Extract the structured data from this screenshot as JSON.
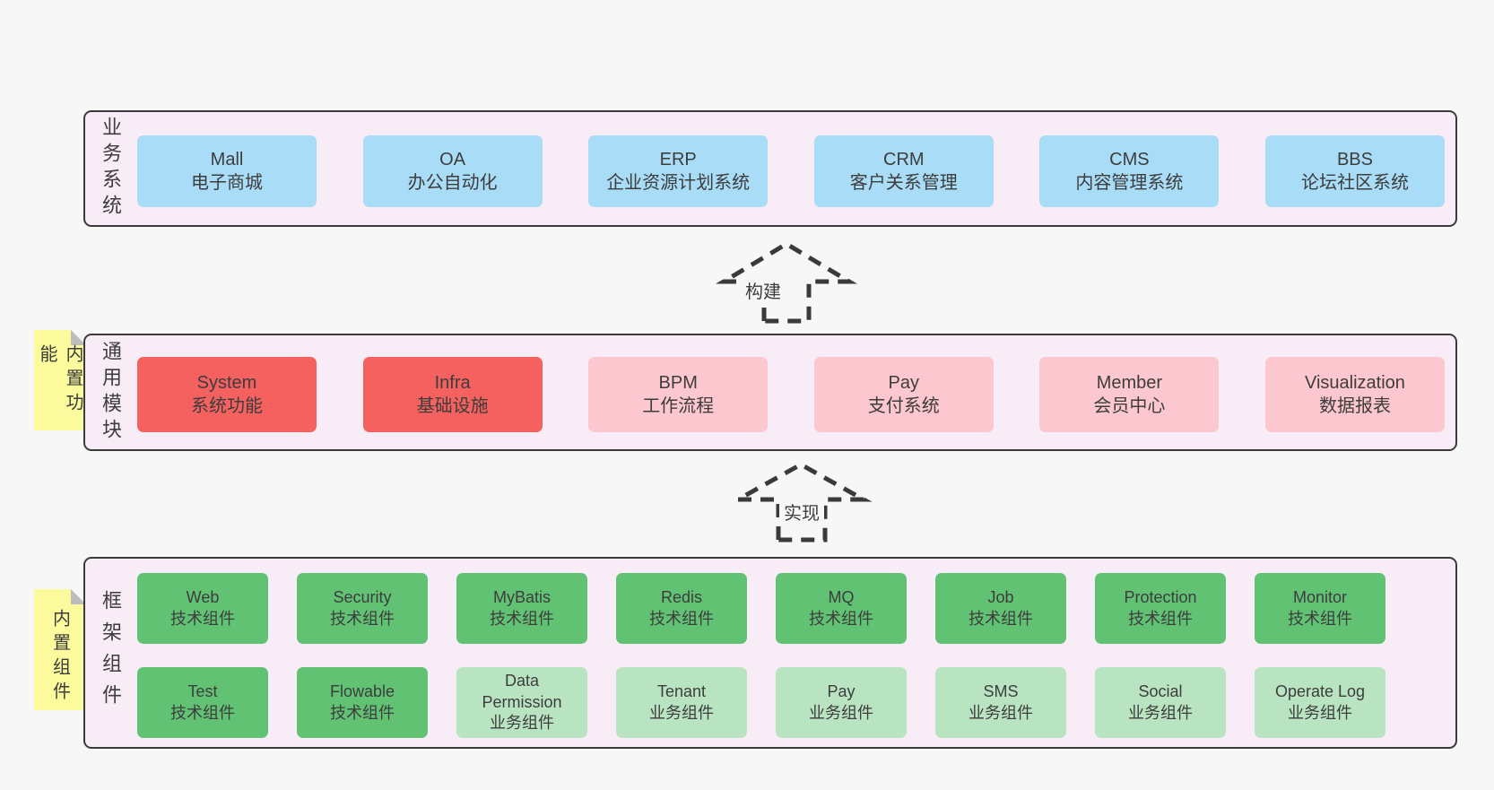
{
  "colors": {
    "page_background": "#f7f7f7",
    "panel_background": "#f8edf6",
    "panel_border": "#3b3b3b",
    "box_blue": "#a9dcf6",
    "box_red": "#f4615f",
    "box_pink": "#fcc7cf",
    "box_green": "#61c274",
    "box_green_light": "#b9e4c1",
    "note_yellow": "#fbfb9d",
    "note_fold_gray": "#bdbdbd",
    "text": "#3d3d3d",
    "arrow_stroke": "#3a3a3a"
  },
  "layers": [
    {
      "label": "业务系统",
      "note": null,
      "rows": [
        [
          {
            "name": "Mall",
            "desc": "电子商城",
            "variant": "blue"
          },
          {
            "name": "OA",
            "desc": "办公自动化",
            "variant": "blue"
          },
          {
            "name": "ERP",
            "desc": "企业资源计划系统",
            "variant": "blue"
          },
          {
            "name": "CRM",
            "desc": "客户关系管理",
            "variant": "blue"
          },
          {
            "name": "CMS",
            "desc": "内容管理系统",
            "variant": "blue"
          },
          {
            "name": "BBS",
            "desc": "论坛社区系统",
            "variant": "blue"
          }
        ]
      ]
    },
    {
      "label": "通用模块",
      "note": "内置功能",
      "rows": [
        [
          {
            "name": "System",
            "desc": "系统功能",
            "variant": "red"
          },
          {
            "name": "Infra",
            "desc": "基础设施",
            "variant": "red"
          },
          {
            "name": "BPM",
            "desc": "工作流程",
            "variant": "pink"
          },
          {
            "name": "Pay",
            "desc": "支付系统",
            "variant": "pink"
          },
          {
            "name": "Member",
            "desc": "会员中心",
            "variant": "pink"
          },
          {
            "name": "Visualization",
            "desc": "数据报表",
            "variant": "pink"
          }
        ]
      ]
    },
    {
      "label": "框架组件",
      "note": "内置组件",
      "rows": [
        [
          {
            "name": "Web",
            "desc": "技术组件",
            "variant": "green"
          },
          {
            "name": "Security",
            "desc": "技术组件",
            "variant": "green"
          },
          {
            "name": "MyBatis",
            "desc": "技术组件",
            "variant": "green"
          },
          {
            "name": "Redis",
            "desc": "技术组件",
            "variant": "green"
          },
          {
            "name": "MQ",
            "desc": "技术组件",
            "variant": "green"
          },
          {
            "name": "Job",
            "desc": "技术组件",
            "variant": "green"
          },
          {
            "name": "Protection",
            "desc": "技术组件",
            "variant": "green"
          },
          {
            "name": "Monitor",
            "desc": "技术组件",
            "variant": "green"
          }
        ],
        [
          {
            "name": "Test",
            "desc": "技术组件",
            "variant": "green"
          },
          {
            "name": "Flowable",
            "desc": "技术组件",
            "variant": "green"
          },
          {
            "name": "Data\nPermission",
            "desc": "业务组件",
            "variant": "green-light"
          },
          {
            "name": "Tenant",
            "desc": "业务组件",
            "variant": "green-light"
          },
          {
            "name": "Pay",
            "desc": "业务组件",
            "variant": "green-light"
          },
          {
            "name": "SMS",
            "desc": "业务组件",
            "variant": "green-light"
          },
          {
            "name": "Social",
            "desc": "业务组件",
            "variant": "green-light"
          },
          {
            "name": "Operate Log",
            "desc": "业务组件",
            "variant": "green-light"
          }
        ]
      ]
    }
  ],
  "arrows": [
    {
      "label": "构建"
    },
    {
      "label": "实现"
    }
  ]
}
